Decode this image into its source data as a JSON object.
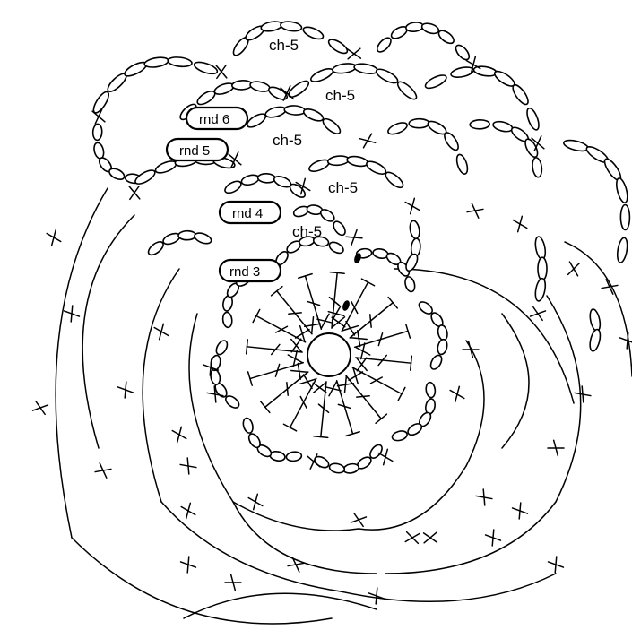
{
  "diagram": {
    "ring_label": "",
    "chain_labels": [
      {
        "id": "r1",
        "text": "ch-5"
      },
      {
        "id": "r2",
        "text": "ch-5"
      },
      {
        "id": "r3",
        "text": "ch-5"
      },
      {
        "id": "r4",
        "text": "ch-5"
      },
      {
        "id": "r5",
        "text": "ch-5"
      }
    ],
    "round_tags": [
      {
        "id": "t6",
        "text": "rnd 6"
      },
      {
        "id": "t5",
        "text": "rnd 5"
      },
      {
        "id": "t4",
        "text": "rnd 4"
      },
      {
        "id": "t3",
        "text": "rnd 3"
      }
    ],
    "symbol_names": [
      "magic-ring-icon",
      "chain-stitch-icon",
      "single-crochet-icon",
      "double-crochet-icon",
      "slip-stitch-icon"
    ]
  }
}
